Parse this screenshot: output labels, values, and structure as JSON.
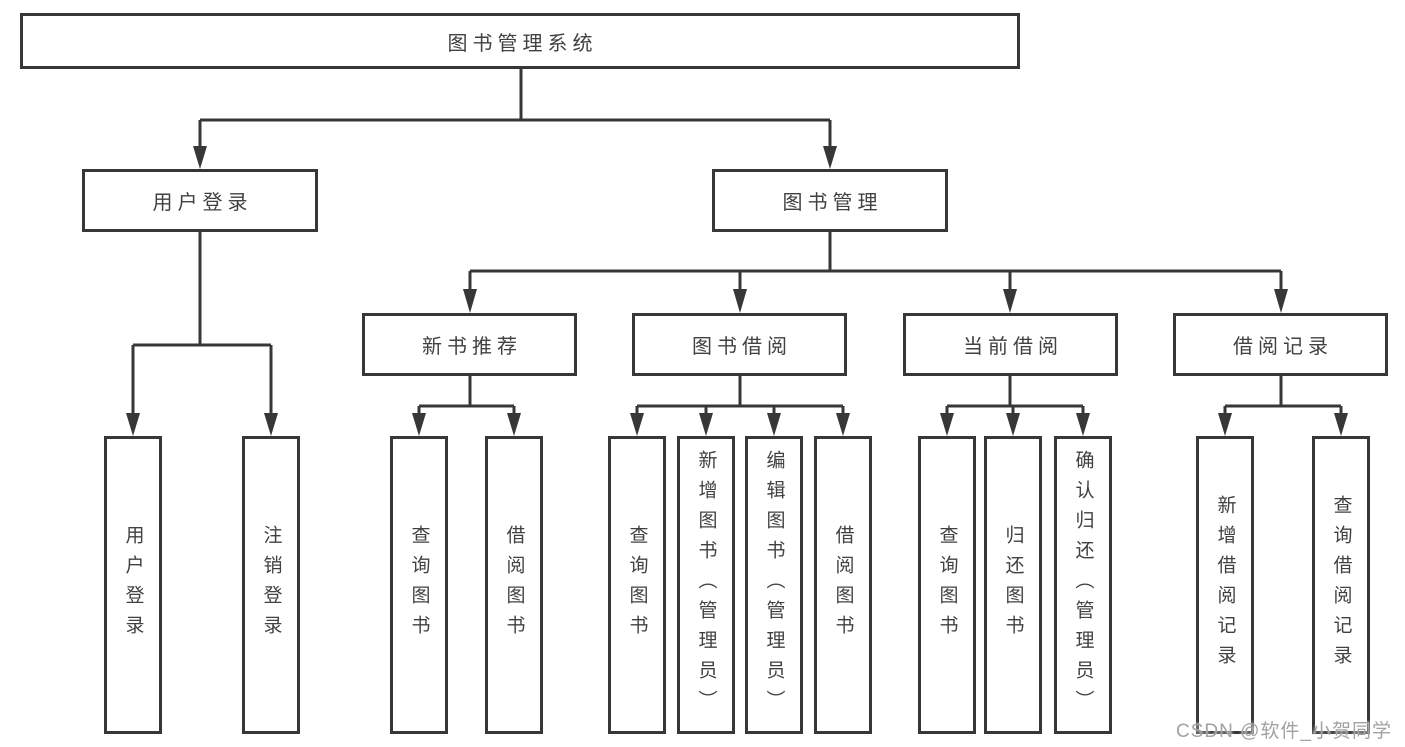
{
  "diagram_title": "图书管理系统",
  "tree": {
    "label": "图书管理系统",
    "children": [
      {
        "label": "用户登录",
        "children": [
          {
            "label": "用户登录"
          },
          {
            "label": "注销登录"
          }
        ]
      },
      {
        "label": "图书管理",
        "children": [
          {
            "label": "新书推荐",
            "children": [
              {
                "label": "查询图书"
              },
              {
                "label": "借阅图书"
              }
            ]
          },
          {
            "label": "图书借阅",
            "children": [
              {
                "label": "查询图书"
              },
              {
                "label": "新增图书（管理员）"
              },
              {
                "label": "编辑图书（管理员）"
              },
              {
                "label": "借阅图书"
              }
            ]
          },
          {
            "label": "当前借阅",
            "children": [
              {
                "label": "查询图书"
              },
              {
                "label": "归还图书"
              },
              {
                "label": "确认归还（管理员）"
              }
            ]
          },
          {
            "label": "借阅记录",
            "children": [
              {
                "label": "新增借阅记录"
              },
              {
                "label": "查询借阅记录"
              }
            ]
          }
        ]
      }
    ]
  },
  "watermark": {
    "text": "CSDN @软件_小贺同学"
  },
  "colors": {
    "line": "#373737",
    "box_border": "#373737",
    "box_fill": "#ffffff",
    "text": "#414141",
    "watermark": "#a2a2a2",
    "background": "#ffffff"
  }
}
